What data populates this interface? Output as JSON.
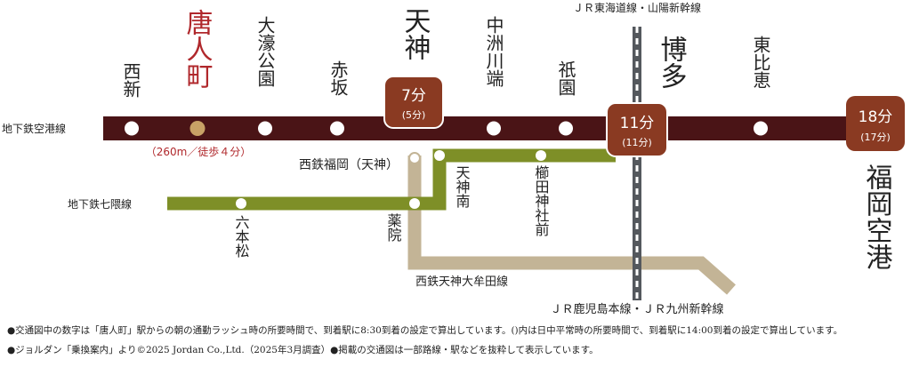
{
  "lines": {
    "subway_airport": "地下鉄空港線",
    "subway_nanakuma": "地下鉄七隈線",
    "nishitetsu_omuta": "西鉄天神大牟田線",
    "jr_tokaido_sanyo": "ＪＲ東海道線・山陽新幹線",
    "jr_kagoshima_kyushu": "ＪＲ鹿児島本線・ＪＲ九州新幹線"
  },
  "stations": {
    "nishijin": "西新",
    "tojinmachi": "唐人町",
    "ohorikoen": "大濠公園",
    "akasaka": "赤坂",
    "tenjin": "天神",
    "nakasukawabata": "中洲川端",
    "gion": "祇園",
    "hakata": "博多",
    "higashihie": "東比恵",
    "fukuoka_airport": "福岡空港",
    "nishitetsu_fukuoka": "西鉄福岡（天神）",
    "tenjin_minami": "天神南",
    "kushida_jinja_mae": "櫛田神社前",
    "yakuin": "薬院",
    "ropponmatsu": "六本松"
  },
  "walk_note": "（260m／徒歩４分）",
  "times": {
    "tenjin_main": "7分",
    "tenjin_sub": "(5分)",
    "hakata_main": "11分",
    "hakata_sub": "(11分)",
    "airport_main": "18分",
    "airport_sub": "(17分)"
  },
  "colors": {
    "airport_line": "#4a1416",
    "nanakuma_line": "#7e8f27",
    "nishitetsu_line": "#c3b496",
    "jr_line": "#54585d",
    "time_box": "#8a3a22",
    "highlight": "#b0282c",
    "current_dot": "#c8a266"
  },
  "notes": [
    "●交通図中の数字は「唐人町」駅からの朝の通勤ラッシュ時の所要時間で、到着駅に8:30到着の設定で算出しています。()内は日中平常時の所要時間で、到着駅に14:00到着の設定で算出しています。",
    "●ジョルダン「乗換案内」より©2025 Jordan Co.,Ltd.（2025年3月調査）●掲載の交通図は一部路線・駅などを抜粋して表示しています。"
  ]
}
